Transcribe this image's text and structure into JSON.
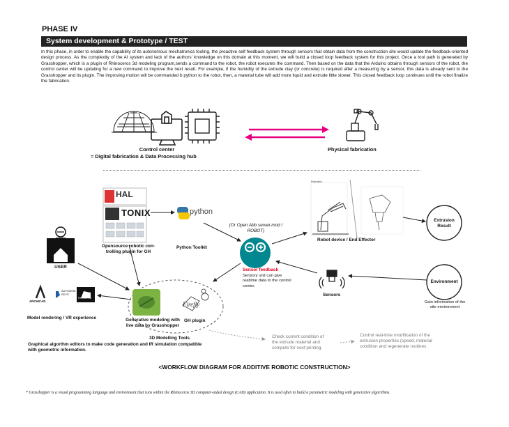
{
  "header": {
    "phase": "PHASE IV",
    "bar_title": "System development & Prototype / TEST",
    "paragraph": "In this phase, in order to enable the capability of its autonomous mechatronics tooling, the proactive self feedback system through sensors that obtain data from the construction site would update the feedback-oriented design process.  As the complexity of the AI system and lack of the authors' knowledge on this domain at this moment, we will build a closed loop feedback system for this project. Once a tool path is generated by Grasshopper, which is a plugin of Rhinoceros 3d modeling program,sends a command to the robot, the robot executes the command. Then based on the data that the Arduino obtains through sensors of the robot, the control center will be updating for a new command to improve the next result. For example, if the humidity of the extrude clay (or concrete) is required after a measuring by a sensor, this data is already sent to the Grasshopper and its plugin. The improving motion will be commanded b python to the robot, then, a material tube will add more liquid and extrude little slower. This closed feedback loop continues until the robot finalize the fabrication."
  },
  "top_diagram": {
    "control_center_line1": "Control center",
    "control_center_line2": "= Digital fabrication & Data Processing hub",
    "physical_fabrication": "Physical fabrication",
    "arrow_color": "#e6007e"
  },
  "workflow": {
    "hal_logo": "HAL",
    "tonix_logo": "TONIX",
    "python_logo": "python",
    "opensource_plugin": [
      "Opensource robotic con-",
      "trolling plugin for GH"
    ],
    "python_toolkit": "Python Toolkit",
    "server_note": [
      "(Or Open Abb server.mod /",
      "ROBOT)"
    ],
    "arduino_label": "ARDUINO",
    "sensor_feedback": "Sensor feedback",
    "sensor_feedback_color": "#e3001b",
    "sensory_unit": [
      "Sensory unit can give",
      "realtime data to the control",
      "center."
    ],
    "robot_device": "Robot device / End Effector",
    "extrusion_result": [
      "Extrusion",
      "Result"
    ],
    "environment": "Environment",
    "gain_info": [
      "Gain information of the",
      "site environment"
    ],
    "sensors": "Sensors",
    "user": "USER",
    "archicad": "ARCHICAD",
    "autodesk_revit": [
      "AUTODESK",
      "REVIT"
    ],
    "rhino": "Rhinoceros",
    "model_rendering": "Model rendering / VR experience",
    "generative_modeling": [
      "Generative modeling with",
      "live data by Grasshopper"
    ],
    "gh_plugin": "GH plugin",
    "firefly_logo": "Firefly",
    "modelling_tools_title": "3D Modelling Tools",
    "modelling_tools_desc": [
      "Graphical algorthm editors to make code generation and IR simulation compatible",
      "with geometric information."
    ],
    "check_condition": [
      "Check current condition of",
      "the  extrude  material  and",
      "compute for next printing."
    ],
    "control_realtime": [
      "Control real-time modification of the",
      "extrusion properties (speed, material",
      "condition and regenerate routines"
    ],
    "robot_small_label": "Robotics"
  },
  "caption": "<WORKFLOW DIAGRAM FOR ADDITIVE ROBOTIC CONSTRUCTION>",
  "footer": "* Grasshopper is a visual programming language and environment that runs within the Rhinoceros 3D computer-aided design (CAD) application.  It is used often to build a parametric modeling with generative algorithms."
}
